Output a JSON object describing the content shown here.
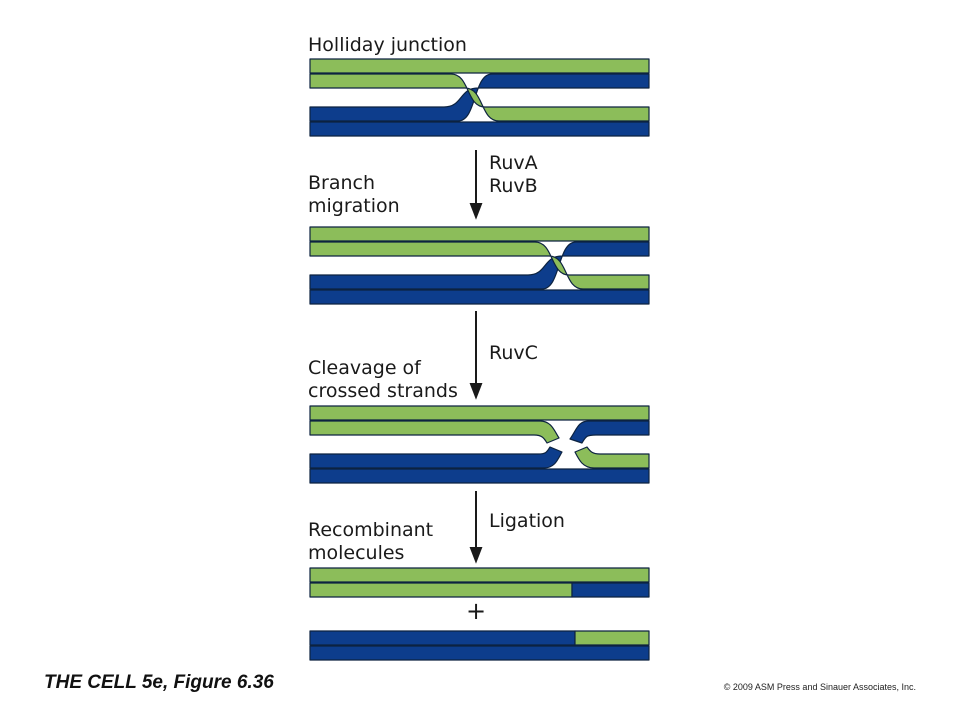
{
  "colors": {
    "green_strand": "#8cbd5a",
    "blue_strand": "#0d3d8c",
    "outline": "#0d2340",
    "arrow": "#1a1a1a"
  },
  "stages": [
    {
      "label_lines": [
        "Holliday junction"
      ]
    },
    {
      "label_lines": [
        "Branch",
        "migration"
      ]
    },
    {
      "label_lines": [
        "Cleavage of",
        "crossed strands"
      ]
    },
    {
      "label_lines": [
        "Recombinant",
        "molecules"
      ]
    }
  ],
  "steps": [
    {
      "enzyme_lines": [
        "RuvA",
        "RuvB"
      ]
    },
    {
      "enzyme_lines": [
        "RuvC"
      ]
    },
    {
      "enzyme_lines": [
        "Ligation"
      ]
    }
  ],
  "plus": "+",
  "caption": {
    "prefix": "THE CELL 5e",
    "suffix": ", Figure 6.36"
  },
  "copyright": "© 2009 ASM Press and Sinauer Associates, Inc."
}
